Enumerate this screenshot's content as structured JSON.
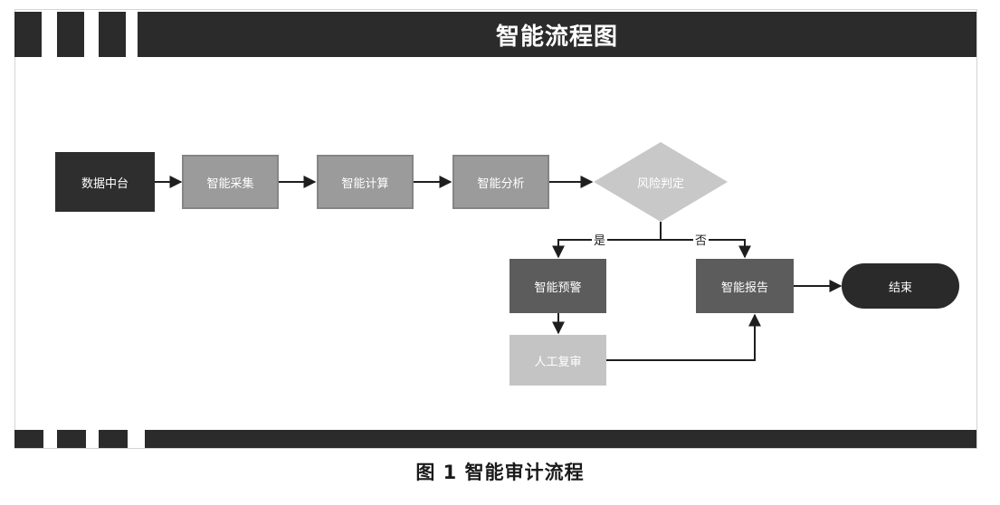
{
  "header": {
    "title": "智能流程图"
  },
  "nodes": {
    "data_platform": "数据中台",
    "collect": "智能采集",
    "compute": "智能计算",
    "analyze": "智能分析",
    "risk_decision": "风险判定",
    "warning": "智能预警",
    "manual_review": "人工复审",
    "report": "智能报告",
    "end": "结束"
  },
  "edges": {
    "yes_label": "是",
    "no_label": "否"
  },
  "caption": "图 1   智能审计流程",
  "colors": {
    "header": "#2b2b2b",
    "dark_node": "#2e2e2e",
    "mid_node": "#9b9b9b",
    "steel_node": "#5c5c5c",
    "light_node": "#c4c4c4",
    "diamond": "#c8c8c8",
    "edge": "#1e1e1e"
  }
}
